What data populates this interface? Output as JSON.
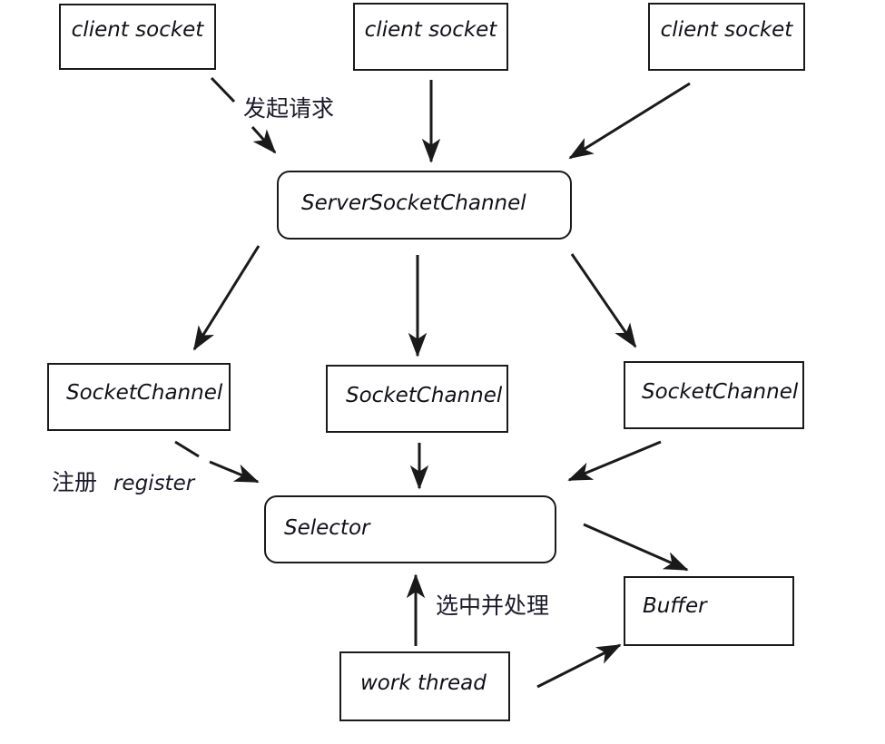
{
  "diagram": {
    "title": "Java NIO ServerSocketChannel / Selector flow",
    "stroke_color": "#1a1a1a",
    "background_color": "#ffffff",
    "nodes": [
      {
        "id": "client-socket-1",
        "label": "client socket",
        "shape": "rect"
      },
      {
        "id": "client-socket-2",
        "label": "client socket",
        "shape": "rect"
      },
      {
        "id": "client-socket-3",
        "label": "client socket",
        "shape": "rect"
      },
      {
        "id": "server-socket-channel",
        "label": "ServerSocketChannel",
        "shape": "rounded-rect"
      },
      {
        "id": "socket-channel-1",
        "label": "SocketChannel",
        "shape": "rect"
      },
      {
        "id": "socket-channel-2",
        "label": "SocketChannel",
        "shape": "rect"
      },
      {
        "id": "socket-channel-3",
        "label": "SocketChannel",
        "shape": "rect"
      },
      {
        "id": "selector",
        "label": "Selector",
        "shape": "rounded-rect"
      },
      {
        "id": "buffer",
        "label": "Buffer",
        "shape": "rect"
      },
      {
        "id": "work-thread",
        "label": "work thread",
        "shape": "rect"
      }
    ],
    "edges": [
      {
        "from": "client-socket-1",
        "to": "server-socket-channel",
        "label_cn": "发起请求",
        "label_en": ""
      },
      {
        "from": "client-socket-2",
        "to": "server-socket-channel",
        "label_cn": "",
        "label_en": ""
      },
      {
        "from": "client-socket-3",
        "to": "server-socket-channel",
        "label_cn": "",
        "label_en": ""
      },
      {
        "from": "server-socket-channel",
        "to": "socket-channel-1",
        "label_cn": "",
        "label_en": ""
      },
      {
        "from": "server-socket-channel",
        "to": "socket-channel-2",
        "label_cn": "",
        "label_en": ""
      },
      {
        "from": "server-socket-channel",
        "to": "socket-channel-3",
        "label_cn": "",
        "label_en": ""
      },
      {
        "from": "socket-channel-1",
        "to": "selector",
        "label_cn": "注册",
        "label_en": "register"
      },
      {
        "from": "socket-channel-2",
        "to": "selector",
        "label_cn": "",
        "label_en": ""
      },
      {
        "from": "socket-channel-3",
        "to": "selector",
        "label_cn": "",
        "label_en": ""
      },
      {
        "from": "selector",
        "to": "buffer",
        "label_cn": "",
        "label_en": ""
      },
      {
        "from": "work-thread",
        "to": "selector",
        "label_cn": "选中并处理",
        "label_en": ""
      },
      {
        "from": "work-thread",
        "to": "buffer",
        "label_cn": "",
        "label_en": ""
      }
    ],
    "labels": {
      "request_cn": "发起请求",
      "register_cn": "注册",
      "register_en": "register",
      "select_and_handle_cn": "选中并处理"
    }
  }
}
